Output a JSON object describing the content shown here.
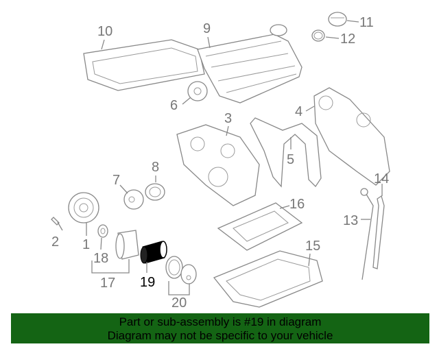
{
  "diagram": {
    "callouts": [
      {
        "id": "1",
        "label": "1"
      },
      {
        "id": "2",
        "label": "2"
      },
      {
        "id": "3",
        "label": "3"
      },
      {
        "id": "4",
        "label": "4"
      },
      {
        "id": "5",
        "label": "5"
      },
      {
        "id": "6",
        "label": "6"
      },
      {
        "id": "7",
        "label": "7"
      },
      {
        "id": "8",
        "label": "8"
      },
      {
        "id": "9",
        "label": "9"
      },
      {
        "id": "10",
        "label": "10"
      },
      {
        "id": "11",
        "label": "11"
      },
      {
        "id": "12",
        "label": "12"
      },
      {
        "id": "13",
        "label": "13"
      },
      {
        "id": "14",
        "label": "14"
      },
      {
        "id": "15",
        "label": "15"
      },
      {
        "id": "16",
        "label": "16"
      },
      {
        "id": "17",
        "label": "17"
      },
      {
        "id": "18",
        "label": "18"
      },
      {
        "id": "19",
        "label": "19"
      },
      {
        "id": "20",
        "label": "20"
      }
    ],
    "highlighted_part": "19",
    "highlight_color": "#000000"
  },
  "banner": {
    "line1": "Part or sub-assembly is #19 in diagram",
    "line2": "Diagram may not be specific to your vehicle",
    "color": "#146414"
  }
}
